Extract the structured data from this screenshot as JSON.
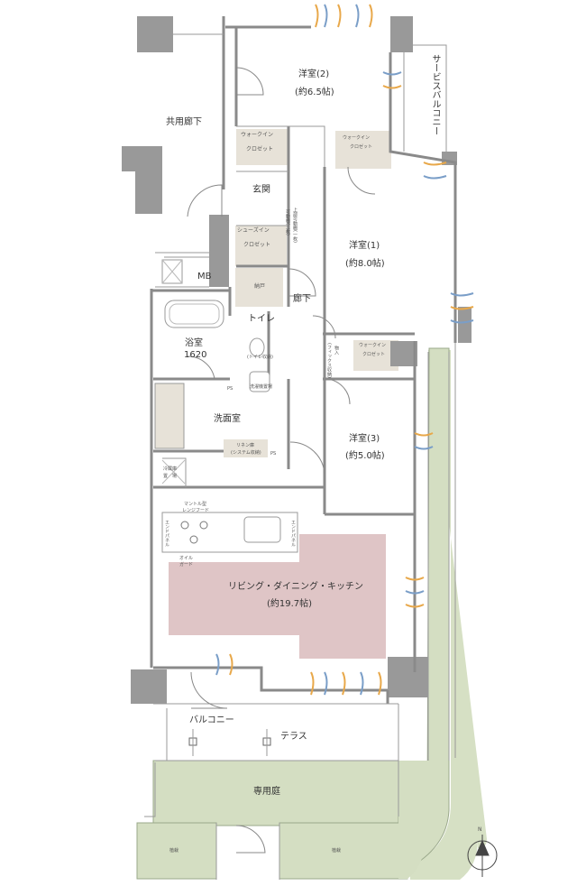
{
  "rooms": {
    "bedroom2": {
      "name": "洋室(2)",
      "size": "(約6.5帖)"
    },
    "bedroom1": {
      "name": "洋室(1)",
      "size": "(約8.0帖)"
    },
    "bedroom3": {
      "name": "洋室(3)",
      "size": "(約5.0帖)"
    },
    "ldk": {
      "name": "リビング・ダイニング・キッチン",
      "size": "(約19.7帖)"
    },
    "bath": {
      "name": "浴室",
      "size": "1620"
    },
    "washroom": "洗面室",
    "toilet": "トイレ",
    "entrance": "玄関",
    "hallway": "廊下",
    "storage": "納戸",
    "common_corridor": "共用廊下",
    "service_balcony": "サービスバルコニー",
    "balcony": "バルコニー",
    "terrace": "テラス",
    "private_garden": "専用庭",
    "mb": "MB",
    "planting_left": "植栽",
    "planting_right": "植栽"
  },
  "storage_labels": {
    "walkin1_line1": "ウォークイン",
    "walkin1_line2": "クロゼット",
    "walkin2_line1": "ウォークイン",
    "walkin2_line2": "クロゼット",
    "walkin3_line1": "ウォークイン",
    "walkin3_line2": "クロゼット",
    "shoesin_line1": "シューズイン",
    "shoesin_line2": "クロゼット",
    "linen_line1": "リネン庫",
    "linen_line2": "(システム収納)",
    "closet_storage": "物入",
    "closet_sub": "(フィックス収納)",
    "toilet_storage": "(トイレ収納)",
    "upper_shelf": "上部可動棚(一枚)",
    "upper_shelf2": "可動棚(三枚)"
  },
  "fixtures": {
    "ps1": "PS",
    "ps2": "PS",
    "washer": "洗濯機置場",
    "fridge_line1": "冷蔵庫",
    "fridge_line2": "置　場",
    "hood_line1": "マントル型",
    "hood_line2": "レンジフード",
    "oil_guard_line1": "オイル",
    "oil_guard_line2": "ガード",
    "end_panel_left": "エンドパネル",
    "end_panel_right": "エンドパネル"
  },
  "compass": {
    "north": "N"
  }
}
